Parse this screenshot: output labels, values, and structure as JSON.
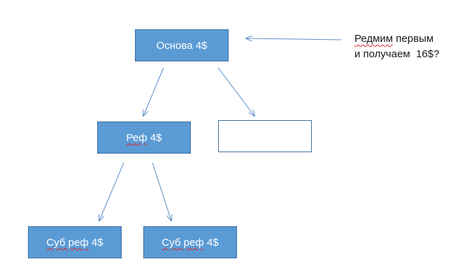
{
  "diagram": {
    "nodes": {
      "root": {
        "text": "Основа 4$"
      },
      "ref": {
        "word": "Реф",
        "amount": "4$"
      },
      "empty": {
        "text": ""
      },
      "sub1": {
        "word": "Суб реф",
        "amount": "4$"
      },
      "sub2": {
        "word": "Суб реф",
        "amount": "4$"
      }
    },
    "note": {
      "line1_word": "Редмим",
      "line1_rest": " первым",
      "line2": "и получаем  16$?"
    },
    "colors": {
      "box_fill": "#5b9bd5",
      "box_border": "#3f6fa5",
      "arrow": "#5b8fc9",
      "spellcheck_underline": "#e0262a"
    }
  }
}
